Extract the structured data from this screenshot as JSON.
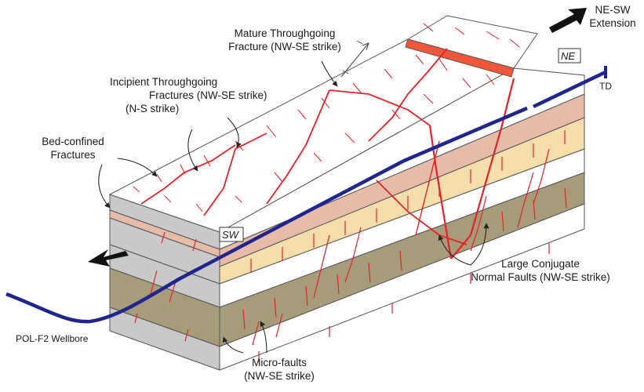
{
  "labels": {
    "mature": [
      "Mature Throughgoing",
      "Fracture (NW-SE strike)"
    ],
    "incipient": [
      "Incipient Throughgoing",
      "Fractures (NW-SE strike)",
      "(N-S strike)"
    ],
    "bed_confined": [
      "Bed-confined",
      "Fractures"
    ],
    "large_conjugate": [
      "Large Conjugate",
      "Normal Faults (NW-SE strike)"
    ],
    "micro_faults": [
      "Micro-faults",
      "(NW-SE strike)"
    ],
    "extension": [
      "NE-SW",
      "Extension"
    ],
    "wellbore": "POL-F2 Wellbore",
    "td": "TD",
    "sw_tag": "SW",
    "ne_tag": "NE"
  },
  "colors": {
    "fracture": "#e8202a",
    "wellbore": "#20248f",
    "tan_bed": "#f6deaa",
    "olive_bed": "#a79c7a",
    "pink_bed": "#e6bca8",
    "grey_top": "#d6d6d6",
    "grey_front": "#c9c9c9",
    "grey_side": "#b5b5b5",
    "outline": "#555555",
    "fault_block": "#f0563a"
  }
}
